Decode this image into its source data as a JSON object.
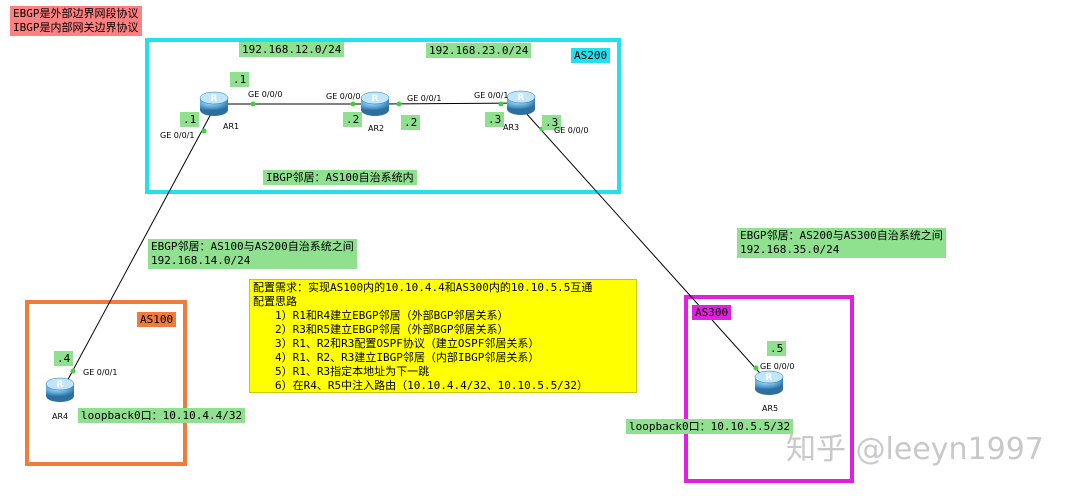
{
  "legend": {
    "line1": "EBGP是外部边界网段协议",
    "line2": "IBGP是内部网关边界协议"
  },
  "as_boxes": {
    "as200": {
      "label": "AS200",
      "color": "#22e0ee",
      "label_bg": "#22e0ee"
    },
    "as100": {
      "label": "AS100",
      "color": "#f07c3c",
      "label_bg": "#f07c3c"
    },
    "as300": {
      "label": "AS300",
      "color": "#e21fe0",
      "label_bg": "#e21fe0"
    }
  },
  "subnets": {
    "net12": "192.168.12.0/24",
    "net23": "192.168.23.0/24"
  },
  "routers": [
    {
      "id": "AR1",
      "name": "AR1"
    },
    {
      "id": "AR2",
      "name": "AR2"
    },
    {
      "id": "AR3",
      "name": "AR3"
    },
    {
      "id": "AR4",
      "name": "AR4"
    },
    {
      "id": "AR5",
      "name": "AR5"
    }
  ],
  "interfaces": {
    "ar1_ge000": "GE 0/0/0",
    "ar1_ge001": "GE 0/0/1",
    "ar2_ge000": "GE 0/0/0",
    "ar2_ge001": "GE 0/0/1",
    "ar3_ge001": "GE 0/0/1",
    "ar3_ge000": "GE 0/0/0",
    "ar4_ge001": "GE 0/0/1",
    "ar5_ge000": "GE 0/0/0"
  },
  "host_ips": {
    "ar1_top": ".1",
    "ar1_left": ".1",
    "ar2_left": ".2",
    "ar2_right": ".2",
    "ar3_left": ".3",
    "ar3_right": ".3",
    "ar4": ".4",
    "ar5": ".5"
  },
  "ibgp_label": "IBGP邻居：AS100自治系统内",
  "ebgp_left": {
    "line1": "EBGP邻居：AS100与AS200自治系统之间",
    "line2": "192.168.14.0/24"
  },
  "ebgp_right": {
    "line1": "EBGP邻居：AS200与AS300自治系统之间",
    "line2": "192.168.35.0/24"
  },
  "loopbacks": {
    "ar4": "loopback0口：10.10.4.4/32",
    "ar5": "loopback0口：10.10.5.5/32"
  },
  "config_note": {
    "title": "配置需求：实现AS100内的10.10.4.4和AS300内的10.10.5.5互通",
    "subtitle": "配置思路",
    "steps": [
      "1）R1和R4建立EBGP邻居（外部BGP邻居关系）",
      "2）R3和R5建立EBGP邻居（外部BGP邻居关系）",
      "3）R1、R2和R3配置OSPF协议（建立OSPF邻居关系）",
      "4）R1、R2、R3建立IBGP邻居（内部IBGP邻居关系）",
      "5）R1、R3指定本地址为下一跳",
      "6）在R4、R5中注入路由（10.10.4.4/32、10.10.5.5/32）"
    ]
  },
  "watermark": "知乎 @leeyn1997",
  "colors": {
    "label_green": "#8fe08f",
    "legend_red": "#ff8080",
    "note_yellow": "#ffff00",
    "router_blue": "#5aa8d8",
    "link_black": "#000000",
    "port_dot": "#3fcf3f"
  }
}
